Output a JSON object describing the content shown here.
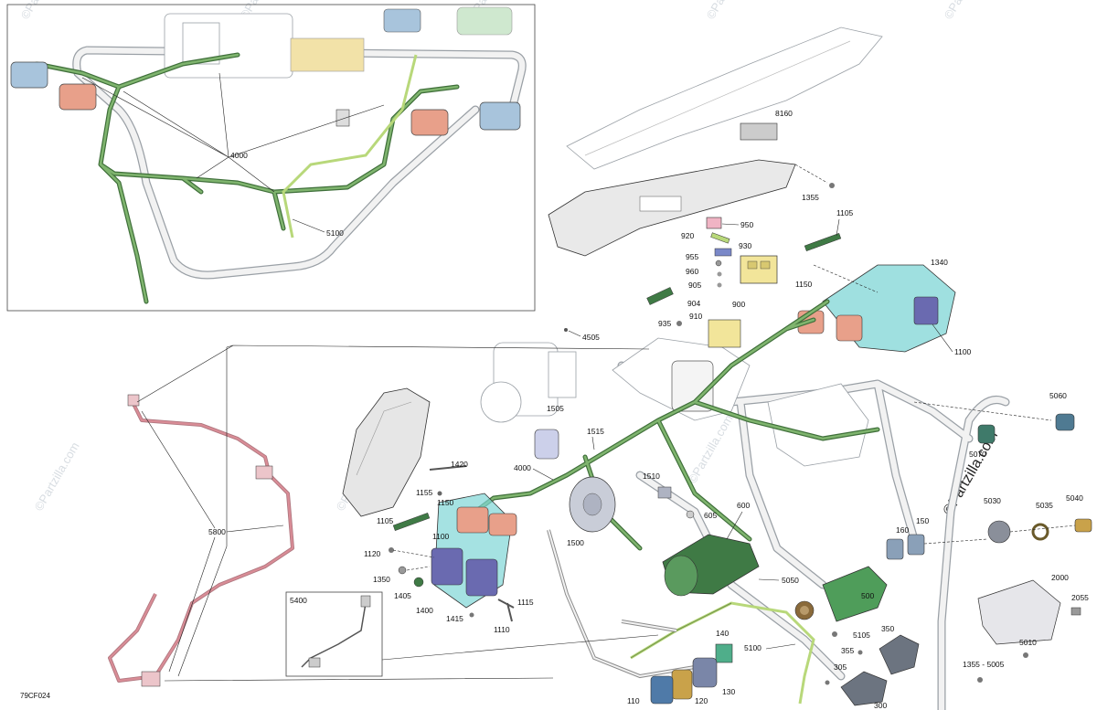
{
  "diagram": {
    "drawing_code": "79CF024",
    "watermark": "©Partzilla.com",
    "callouts": {
      "c4000_inset": "4000",
      "c5100_inset": "5100",
      "c8160": "8160",
      "c1355": "1355",
      "c1105_top": "1105",
      "c950": "950",
      "c920": "920",
      "c930": "930",
      "c955": "955",
      "c960": "960",
      "c905": "905",
      "c900": "900",
      "c904": "904",
      "c910": "910",
      "c935": "935",
      "c1150_top": "1150",
      "c1340": "1340",
      "c1100_top": "1100",
      "c4505": "4505",
      "c1505": "1505",
      "c1515": "1515",
      "c1420": "1420",
      "c1155": "1155",
      "c4000_main": "4000",
      "c1150_left": "1150",
      "c1105_left": "1105",
      "c1100_left": "1100",
      "c1120": "1120",
      "c1350": "1350",
      "c1405": "1405",
      "c1400": "1400",
      "c1115": "1115",
      "c1415": "1415",
      "c1110": "1110",
      "c1510": "1510",
      "c1500": "1500",
      "c605": "605",
      "c600": "600",
      "c5800": "5800",
      "c5400": "5400",
      "c5060": "5060",
      "c5070": "5070",
      "c5030": "5030",
      "c5035": "5035",
      "c5040": "5040",
      "c160": "160",
      "c150": "150",
      "c5050": "5050",
      "c500": "500",
      "c2000": "2000",
      "c2055": "2055",
      "c5105": "5105",
      "c350": "350",
      "c355": "355",
      "c5100_main": "5100",
      "c140": "140",
      "c130": "130",
      "c120": "120",
      "c110": "110",
      "c305": "305",
      "c300": "300",
      "c5010": "5010",
      "c1355_5005": "1355 - 5005"
    },
    "colors": {
      "harness": "#3f6f3a",
      "harness_light": "#7fb46e",
      "lighting_harness": "#d98c96",
      "connector_blue": "#a8c4dc",
      "connector_salmon": "#e8a08a",
      "relay_yellow": "#f2e59a",
      "fuse_box_cyan": "#7fd6d6",
      "module_green": "#3f7a45",
      "fuse_pink": "#f0b4c4",
      "connector_violet": "#6a6ab0",
      "chassis_grey": "#9aa0a6"
    }
  }
}
